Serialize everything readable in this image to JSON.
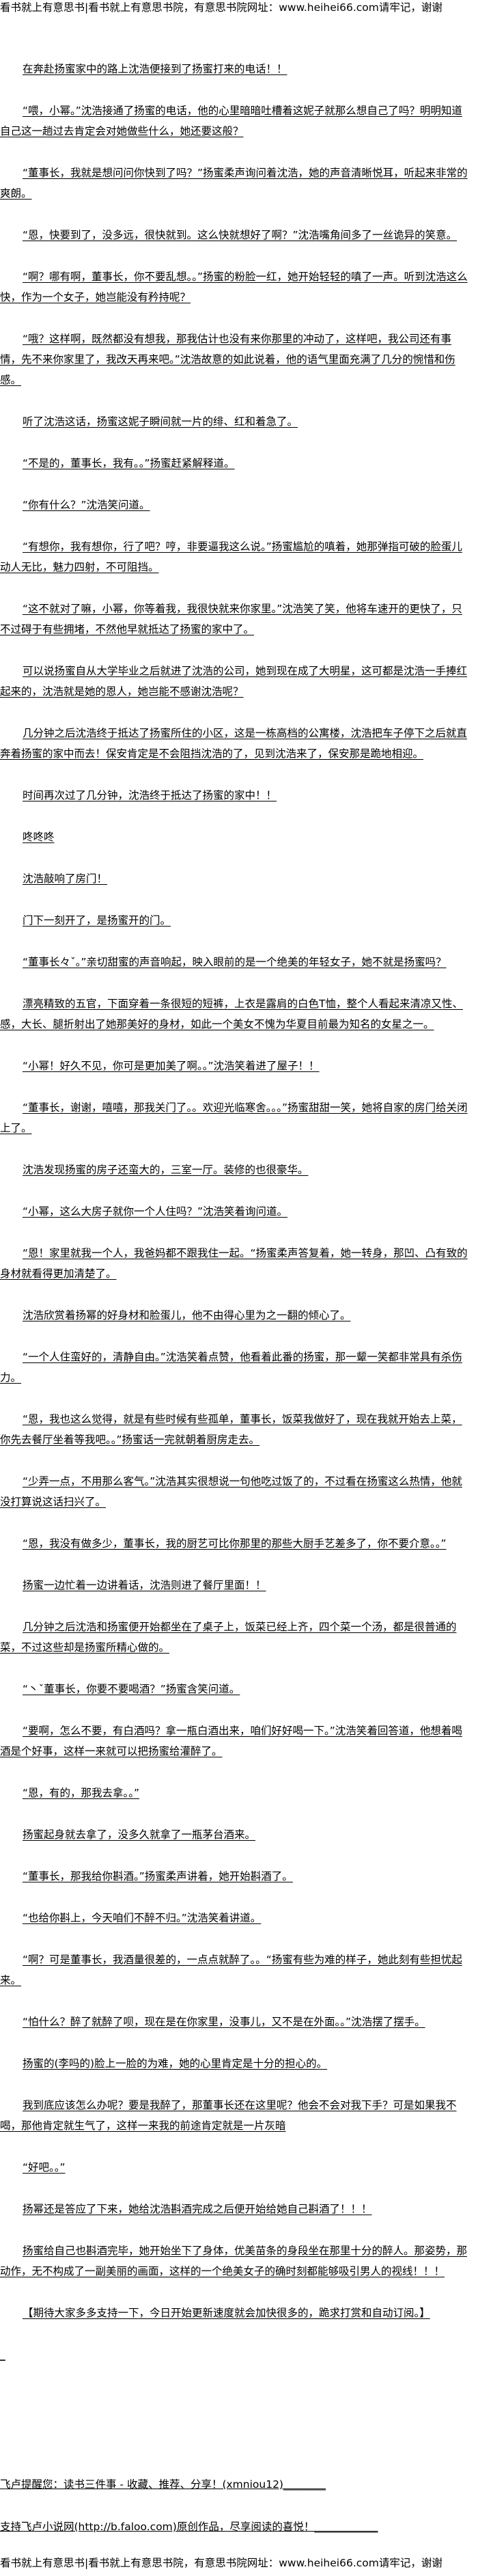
{
  "site_banner": "看书就上有意思书|看书就上有意思书院，有意思书院网址：www.heihei66.com请牢记，谢谢",
  "paragraphs": [
    {
      "text": "在奔赴扬蜜家中的路上沈浩便接到了扬蜜打来的电话！！",
      "indent": true
    },
    {
      "text": "“喂，小幂。”沈浩接通了扬蜜的电话，他的心里暗暗吐槽着这妮子就那么想自己了吗？明明知道自己这一趟过去肯定会对她做些什么，她还要这般？",
      "indent": true
    },
    {
      "text": "“董事长，我就是想问问你快到了吗？”扬蜜柔声询问着沈浩，她的声音清晰悦耳，听起来非常的爽朗。",
      "indent": true
    },
    {
      "text": "“恩，快要到了，没多远，很快就到。这么快就想好了啊？”沈浩嘴角间多了一丝诡异的笑意。",
      "indent": true
    },
    {
      "text": "“啊？哪有啊，董事长，你不要乱想。。”扬蜜的粉脸一红，她开始轻轻的嗔了一声。听到沈浩这么快，作为一个女子，她岂能没有矜持呢？",
      "indent": true
    },
    {
      "text": "“哦？这样啊，既然都没有想我，那我估计也没有来你那里的冲动了，这样吧，我公司还有事情，先不来你家里了，我改天再来吧。”沈浩故意的如此说着，他的语气里面充满了几分的惋惜和伤感。",
      "indent": true
    },
    {
      "text": "听了沈浩这话，扬蜜这妮子瞬间就一片的绯、红和着急了。",
      "indent": true
    },
    {
      "text": "“不是的，董事长，我有。。”扬蜜赶紧解释道。",
      "indent": true
    },
    {
      "text": "“你有什么？”沈浩笑问道。",
      "indent": true
    },
    {
      "text": "“有想你，我有想你，行了吧？哼，非要逼我这么说。”扬蜜尴尬的嗔着，她那弹指可破的脸蛋儿动人无比，魅力四射，不可阻挡。",
      "indent": true
    },
    {
      "text": "“这不就对了嘛，小幂，你等着我，我很快就来你家里。”沈浩笑了笑，他将车速开的更快了，只不过碍于有些拥堵，不然他早就抵达了扬蜜的家中了。",
      "indent": true
    },
    {
      "text": "可以说扬蜜自从大学毕业之后就进了沈浩的公司，她到现在成了大明星，这可都是沈浩一手捧红起来的，沈浩就是她的恩人，她岂能不感谢沈浩呢？",
      "indent": true
    },
    {
      "text": "几分钟之后沈浩终于抵达了扬蜜所住的小区，这是一栋高档的公寓楼，沈浩把车子停下之后就直奔着扬蜜的家中而去！保安肯定是不会阻挡沈浩的了，见到沈浩来了，保安那是跪地相迎。",
      "indent": true
    },
    {
      "text": "时间再次过了几分钟，沈浩终于抵达了扬蜜的家中！！",
      "indent": true
    },
    {
      "text": "咚咚咚",
      "indent": true
    },
    {
      "text": "沈浩敲响了房门！",
      "indent": true
    },
    {
      "text": "门下一刻开了，是扬蜜开的门。",
      "indent": true
    },
    {
      "text": "“董事长々ˇ。”亲切甜蜜的声音响起，映入眼前的是一个绝美的年轻女子，她不就是扬蜜吗？",
      "indent": true
    },
    {
      "text": "漂亮精致的五官，下面穿着一条很短的短裤，上衣是露肩的白色T恤，整个人看起来清凉又性、感，大长、腿折射出了她那美好的身材，如此一个美女不愧为华夏目前最为知名的女星之一。",
      "indent": true
    },
    {
      "text": "“小幂！好久不见，你可是更加美了啊。。”沈浩笑着进了屋子！！",
      "indent": true
    },
    {
      "text": "“董事长，谢谢，嘻嘻，那我关门了。。欢迎光临寒舍。。。”扬蜜甜甜一笑，她将自家的房门给关闭上了。",
      "indent": true
    },
    {
      "text": "沈浩发现扬蜜的房子还蛮大的，三室一厅。装修的也很豪华。",
      "indent": true
    },
    {
      "text": "“小幂，这么大房子就你一个人住吗？”沈浩笑着询问道。",
      "indent": true
    },
    {
      "text": "“恩！家里就我一个人，我爸妈都不跟我住一起。“扬蜜柔声答复着，她一转身，那凹、凸有致的身材就看得更加清楚了。",
      "indent": true
    },
    {
      "text": "沈浩欣赏着扬幂的好身材和脸蛋儿，他不由得心里为之一翻的倾心了。",
      "indent": true
    },
    {
      "text": "“一个人住蛮好的，清静自由。”沈浩笑着点赞，他看着此番的扬蜜，那一颦一笑都非常具有杀伤力。",
      "indent": true
    },
    {
      "text": "“恩，我也这么觉得，就是有些时候有些孤单，董事长，饭菜我做好了，现在我就开始去上菜，你先去餐厅坐着等我吧。。”扬蜜话一完就朝着厨房走去。",
      "indent": true
    },
    {
      "text": "“少弄一点，不用那么客气。”沈浩其实很想说一句他吃过饭了的，不过看在扬蜜这么热情，他就没打算说这话扫兴了。",
      "indent": true
    },
    {
      "text": "“恩，我没有做多少，董事长，我的厨艺可比你那里的那些大厨手艺差多了，你不要介意。。”",
      "indent": true
    },
    {
      "text": "扬蜜一边忙着一边讲着话，沈浩则进了餐厅里面！！",
      "indent": true
    },
    {
      "text": "几分钟之后沈浩和扬蜜便开始都坐在了桌子上，饭菜已经上齐，四个菜一个汤，都是很普通的菜，不过这些却是扬蜜所精心做的。",
      "indent": true
    },
    {
      "text": "“丶ˇ董事长，你要不要喝酒？”扬蜜含笑问道。",
      "indent": true
    },
    {
      "text": "“要啊，怎么不要，有白酒吗？拿一瓶白酒出来，咱们好好喝一下。”沈浩笑着回答道，他想着喝酒是个好事，这样一来就可以把扬蜜给灌醉了。",
      "indent": true
    },
    {
      "text": "“恩，有的，那我去拿。。”",
      "indent": true
    },
    {
      "text": "扬蜜起身就去拿了，没多久就拿了一瓶茅台酒来。",
      "indent": true
    },
    {
      "text": "“董事长，那我给你斟酒。”扬蜜柔声讲着，她开始斟酒了。",
      "indent": true
    },
    {
      "text": "“也给你斟上，今天咱们不醉不归。”沈浩笑着讲道。",
      "indent": true
    },
    {
      "text": "“啊？可是董事长，我酒量很差的，一点点就醉了。。“扬蜜有些为难的样子，她此刻有些担忧起来。",
      "indent": true
    },
    {
      "text": "“怕什么？醉了就醉了呗，现在是在你家里，没事儿，又不是在外面。。”沈浩摆了摆手。",
      "indent": true
    },
    {
      "text": "扬蜜的(李吗的)脸上一脸的为难，她的心里肯定是十分的担心的。",
      "indent": true
    },
    {
      "text": "我到底应该怎么办呢？要是我醉了，那董事长还在这里呢？他会不会对我下手？可是如果我不喝，那他肯定就生气了，这样一来我的前途肯定就是一片灰暗",
      "indent": true
    },
    {
      "text": "“好吧。。”",
      "indent": true
    },
    {
      "text": "扬幂还是答应了下来，她给沈浩斟酒完成之后便开始给她自己斟酒了！！！",
      "indent": true
    },
    {
      "text": "扬蜜给自己也斟酒完毕，她开始坐下了身体，优美苗条的身段坐在那里十分的醉人。那姿势，那动作，无不构成了一副美丽的画面，这样的一个绝美女子的确时刻都能够吸引男人的视线！！！",
      "indent": true
    },
    {
      "text": "【期待大家多多支持一下，今日开始更新速度就会加快很多的，跪求打赏和自动订阅。】",
      "indent": true
    },
    {
      "text": "_",
      "indent": false
    }
  ],
  "footer": {
    "reminder": "飞卢提醒您：读书三件事 - 收藏、推荐、分享！(xmniou12)________",
    "support": "支持飞卢小说网(http://b.faloo.com)原创作品，尽享阅读的喜悦！____________"
  }
}
